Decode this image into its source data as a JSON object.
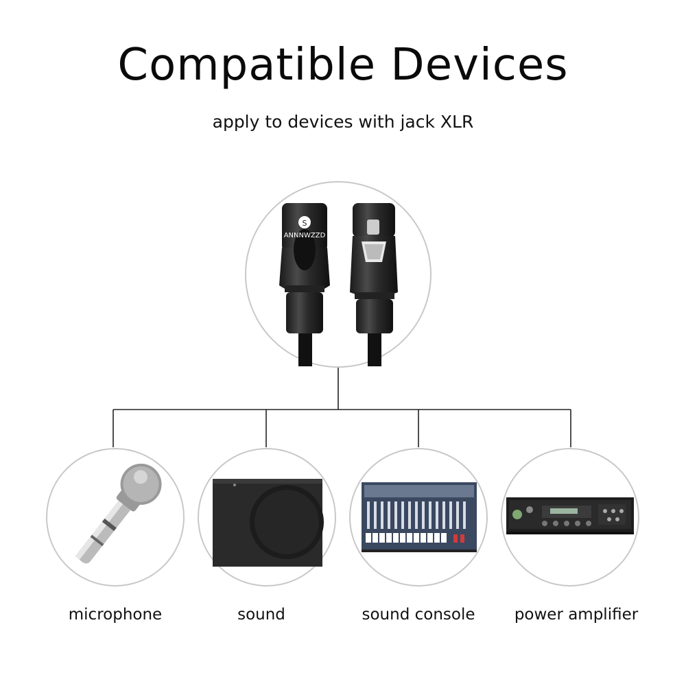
{
  "header": {
    "title": "Compatible  Devices",
    "subtitle": "apply to devices with jack XLR"
  },
  "hero": {
    "brand": "ANNNWZZD",
    "logo_letter": "S"
  },
  "devices": [
    {
      "label": "microphone",
      "icon": "microphone-icon"
    },
    {
      "label": "sound",
      "icon": "speaker-icon"
    },
    {
      "label": "sound console",
      "icon": "mixer-icon"
    },
    {
      "label": "power amplifier",
      "icon": "amplifier-icon"
    }
  ],
  "colors": {
    "line": "#222222",
    "circle_border": "#c8c8c8"
  }
}
